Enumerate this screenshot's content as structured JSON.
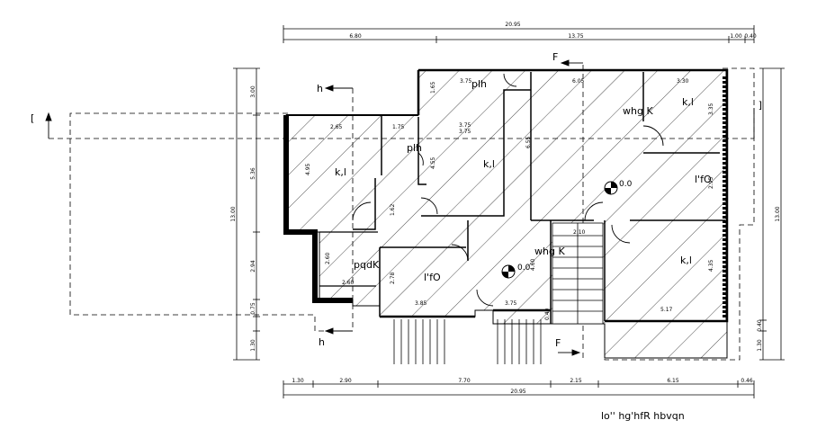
{
  "dimensions": {
    "top_total": "20.95",
    "top_segments": [
      "6.80",
      "13.75",
      "1.00",
      "0.40"
    ],
    "bottom_segments": [
      "1.30",
      "2.90",
      "7.70",
      "2.15",
      "6.15",
      "0.46"
    ],
    "bottom_total": "20.95",
    "left_total": "13.00",
    "left_segments": [
      "3.00",
      "5.36",
      "2.94",
      "0.75",
      "1.30"
    ],
    "right_total": "13.00",
    "right_segments": [
      "1.30",
      "0.40"
    ],
    "interior": [
      "3.75",
      "6.05",
      "3.30",
      "2.65",
      "3.75",
      "1.75",
      "3.75",
      "4.95",
      "4.55",
      "6.55",
      "3.35",
      "2.95",
      "4.35",
      "2.10",
      "2.60",
      "2.60",
      "2.78",
      "3.85",
      "3.75",
      "4.60",
      "0.40",
      "5.17",
      "1.65",
      "1.62"
    ]
  },
  "rooms": {
    "top_left_bedroom": "k,l",
    "top_mid_bedroom": "k,l",
    "top_right_bedroom": "k,l",
    "right_bedroom": "k,l",
    "kitchen_top": "whg K",
    "kitchen_mid": "whg K",
    "passage_top": "plh",
    "passage_mid": "plh",
    "wc": "pqdK",
    "hall_right": "l'fO",
    "hall_bottom": "l'fO"
  },
  "levels": [
    "0.0",
    "0.0"
  ],
  "section_markers": {
    "f_top": "F",
    "f_bottom": "F",
    "h_top": "h",
    "h_bottom": "h",
    "left_bracket": "[",
    "right_bracket": "["
  },
  "caption": "lo'' hg'hfR hbvqn"
}
